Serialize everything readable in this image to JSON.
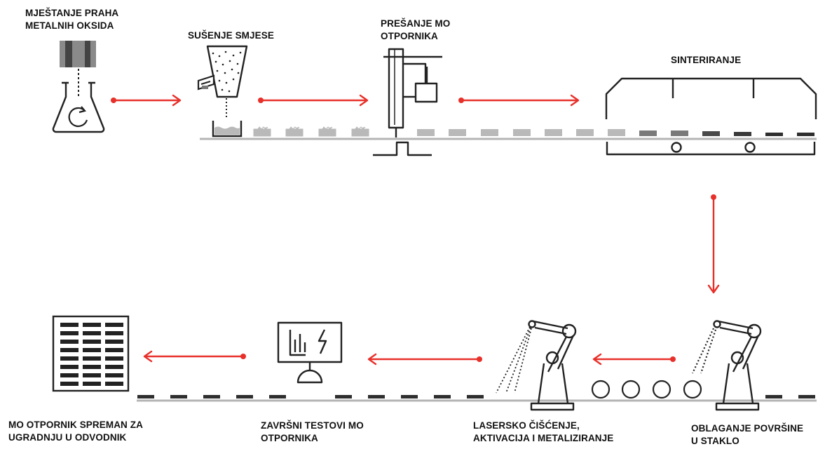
{
  "colors": {
    "arrow": "#e8302a",
    "line": "#222222",
    "belt": "#b4b4b4",
    "block_light": "#b9b9b9",
    "block_mid": "#7a7a7a",
    "block_dark": "#2e2e2e"
  },
  "steps": [
    {
      "id": "mixing",
      "lines": [
        "MJEŠTANJE PRAHA",
        "METALNIH OKSIDA"
      ],
      "icon": "mixing-flask-icon"
    },
    {
      "id": "drying",
      "lines": [
        "SUŠENJE SMJESE"
      ],
      "icon": "drying-hopper-icon"
    },
    {
      "id": "pressing",
      "lines": [
        "PREŠANJE MO",
        "OTPORNIKA"
      ],
      "icon": "press-icon"
    },
    {
      "id": "sintering",
      "lines": [
        "SINTERIRANJE"
      ],
      "icon": "sintering-furnace-icon"
    },
    {
      "id": "glass",
      "lines": [
        "OBLAGANJE POVRŠINE",
        "U STAKLO"
      ],
      "icon": "robot-arm-spray-icon"
    },
    {
      "id": "laser",
      "lines": [
        "LASERSKO ČIŠĆENJE,",
        "AKTIVACIJA I METALIZIRANJE"
      ],
      "icon": "robot-arm-laser-icon"
    },
    {
      "id": "testing",
      "lines": [
        "ZAVRŠNI TESTOVI MO",
        "OTPORNIKA"
      ],
      "icon": "test-monitor-icon"
    },
    {
      "id": "ready",
      "lines": [
        "MO OTPORNIK SPREMAN ZA",
        "UGRADNJU U ODVODNIK"
      ],
      "icon": "finished-panel-icon"
    }
  ]
}
